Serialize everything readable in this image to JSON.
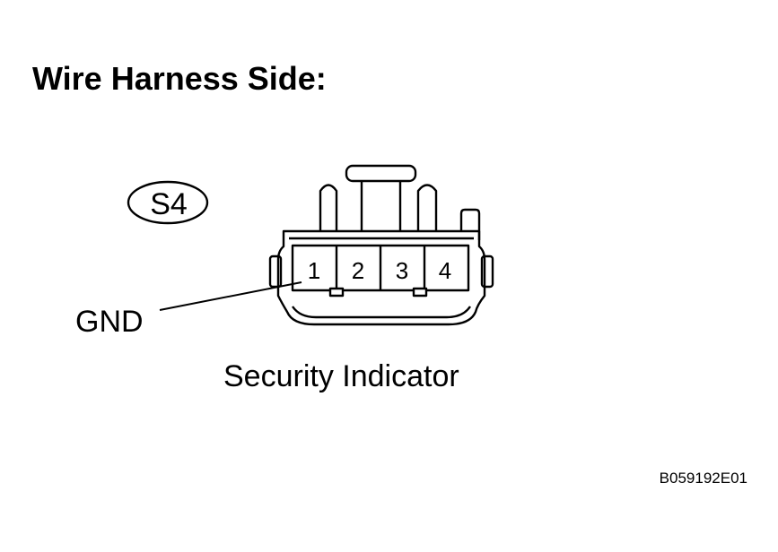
{
  "heading": "Wire Harness Side:",
  "connector": {
    "code": "S4",
    "name": "Security Indicator",
    "pins": [
      "1",
      "2",
      "3",
      "4"
    ]
  },
  "pin_label": "GND",
  "figure_code": "B059192E01"
}
